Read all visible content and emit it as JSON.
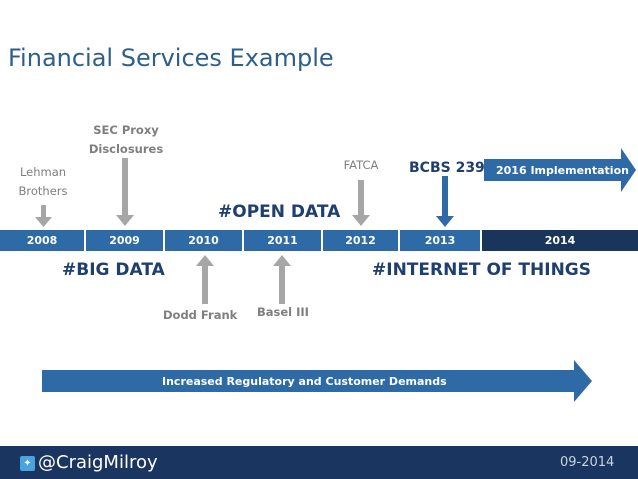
{
  "title": "Financial Services Example",
  "years": [
    "2008",
    "2009",
    "2010",
    "2011",
    "2012",
    "2013",
    "2014"
  ],
  "events": {
    "lehman_line1": "Lehman",
    "lehman_line2": "Brothers",
    "sec_line1": "SEC Proxy",
    "sec_line2": "Disclosures",
    "fatca": "FATCA",
    "bcbs": "BCBS 239",
    "dodd_frank": "Dodd Frank",
    "basel": "Basel III"
  },
  "implementation_label": "2016 Implementation",
  "hashtags": {
    "big_data": "#BIG DATA",
    "open_data": "#OPEN DATA",
    "iot": "#INTERNET OF THINGS"
  },
  "demands_label": "Increased Regulatory and Customer Demands",
  "footer": {
    "handle": "@CraigMilroy",
    "date": "09-2014",
    "icon": "twitter-bird-icon"
  },
  "colors": {
    "timeline_blue": "#2e6aa6",
    "timeline_dark": "#1a355c",
    "arrow_gray": "#a6a6a6",
    "footer_bg": "#1a3560"
  }
}
